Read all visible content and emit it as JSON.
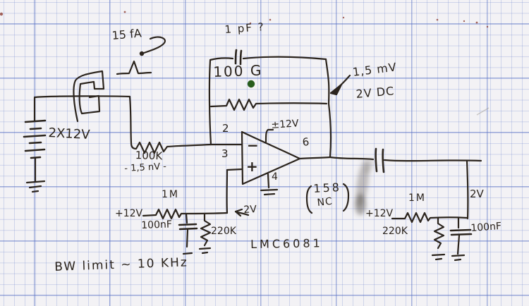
{
  "colors": {
    "ink": "#2b241d",
    "paper": "#f3f2f5",
    "grid_minor": "#b5c2e6",
    "grid_major": "#8aa0d8",
    "green_dot": "#275c1d",
    "smudge": "#57504a",
    "speck": "#8e4034"
  },
  "labels": {
    "source_current": "15 fA",
    "battery": "2X12V",
    "feedback_cap": "1 pF ?",
    "feedback_res": "100 G",
    "probe_ac": "1,5 mV",
    "probe_dc": "2V DC",
    "supply": "±12V",
    "pin2": "2",
    "pin3": "3",
    "pin4": "4",
    "pin6": "6",
    "opamp_minus": "−",
    "opamp_plus": "+",
    "input_res": "100K",
    "input_noise": "- 1,5 nV -",
    "left_supply": "+12V",
    "left_r1": "1M",
    "left_cap": "100nF",
    "left_r2": "220K",
    "left_node": "2V",
    "nc_pins": "158",
    "nc": "NC",
    "part": "LMC6081",
    "right_supply": "+12V",
    "right_r1": "1M",
    "right_r2": "220K",
    "right_cap": "100nF",
    "right_node": "2V",
    "note": "BW limit ~ 10 KHz"
  },
  "schematic": {
    "type": "hand-drawn op-amp circuit",
    "opamp_part": "LMC6081",
    "source": {
      "test_current": "15 fA",
      "supply_batteries": "2X12V"
    },
    "input": {
      "series_resistor": "100K",
      "voltage_step": "- 1,5 nV -"
    },
    "feedback": {
      "capacitor": "1 pF ?",
      "resistor": "100 G"
    },
    "output_probe": {
      "ac": "1,5 mV",
      "dc": "2V DC"
    },
    "bias_networks": [
      {
        "side": "left",
        "supply": "+12V",
        "r_top": "1M",
        "r_bottom": "220K",
        "cap": "100nF",
        "node_voltage": "2V"
      },
      {
        "side": "right",
        "supply": "+12V",
        "r_top": "1M",
        "r_bottom": "220K",
        "cap": "100nF",
        "node_voltage": "2V"
      }
    ],
    "unconnected_pins": "158 NC",
    "bandwidth_note": "BW limit ~ 10 KHz"
  }
}
